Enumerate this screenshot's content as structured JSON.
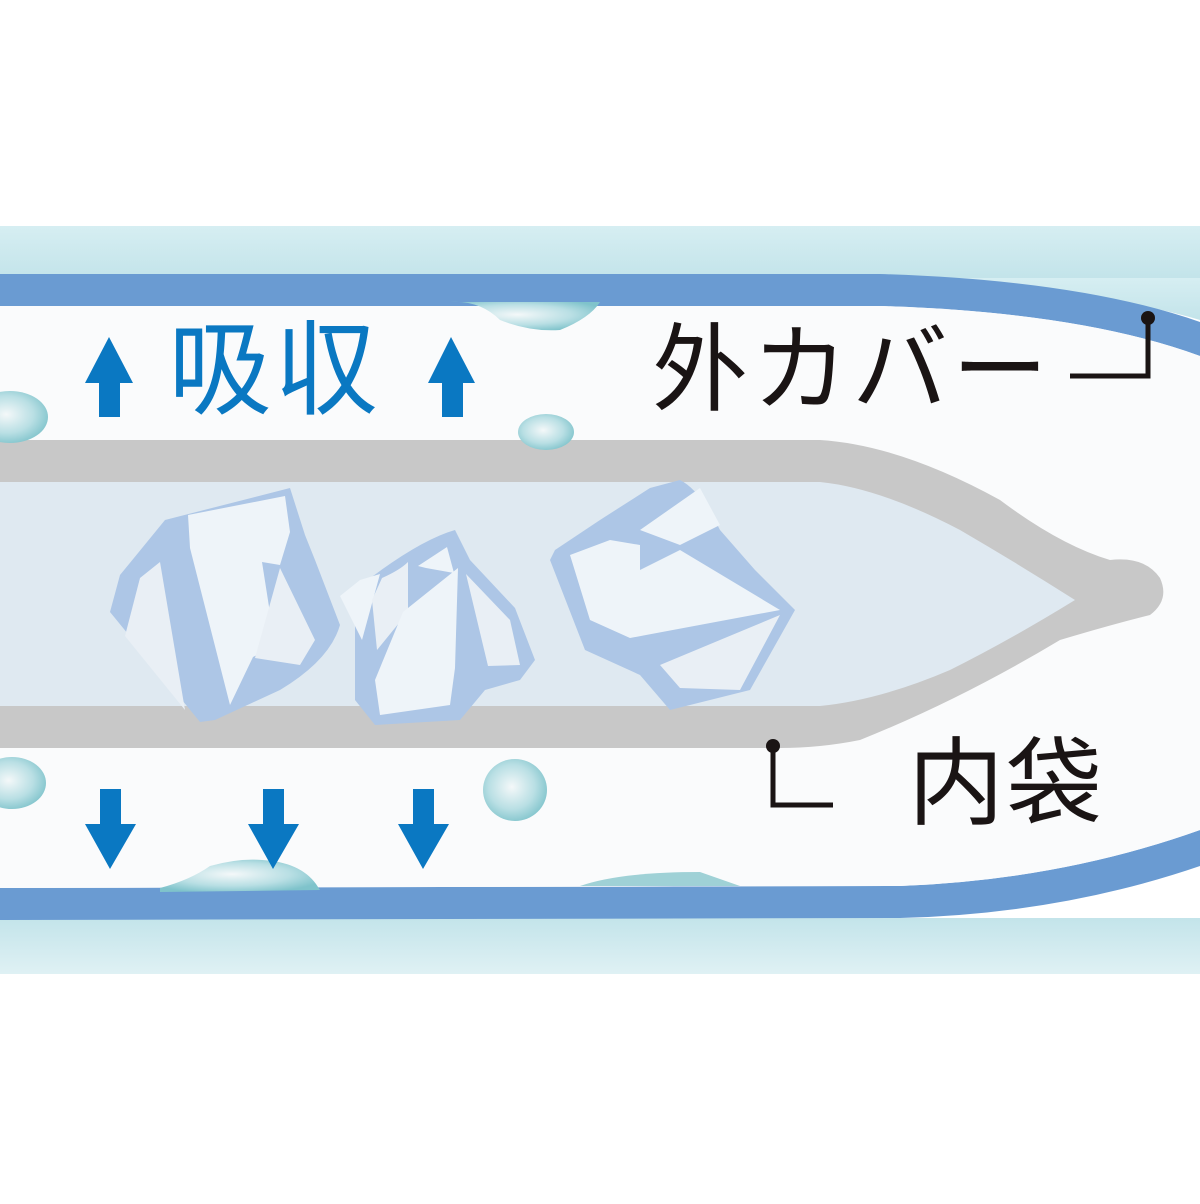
{
  "diagram": {
    "title": "Outer cover / inner bag absorption cross-section",
    "labels": {
      "absorb": "吸収",
      "outer_cover": "外カバー",
      "inner_bag": "内袋"
    },
    "arrows": {
      "up": {
        "count": 2,
        "direction": "up",
        "meaning": "absorption"
      },
      "down": {
        "count": 3,
        "direction": "down",
        "meaning": "absorption"
      }
    },
    "icons": [
      "arrow-up-icon",
      "arrow-down-icon",
      "water-droplet-icon",
      "ice-crystal-icon",
      "leader-line-icon"
    ],
    "colors": {
      "background": "#ffffff",
      "outer_water_band": "#cde8ee",
      "outer_cover": "#6a9bd2",
      "cover_interior": "#fafbfc",
      "inner_bag": "#c8c8c8",
      "inner_fill": "#dfe9f1",
      "crystal_outline": "#adc6e6",
      "crystal_face": "#eef4f9",
      "arrow": "#0a78c2",
      "droplet": "#8ccbd2",
      "label_text": "#1a1414"
    }
  }
}
